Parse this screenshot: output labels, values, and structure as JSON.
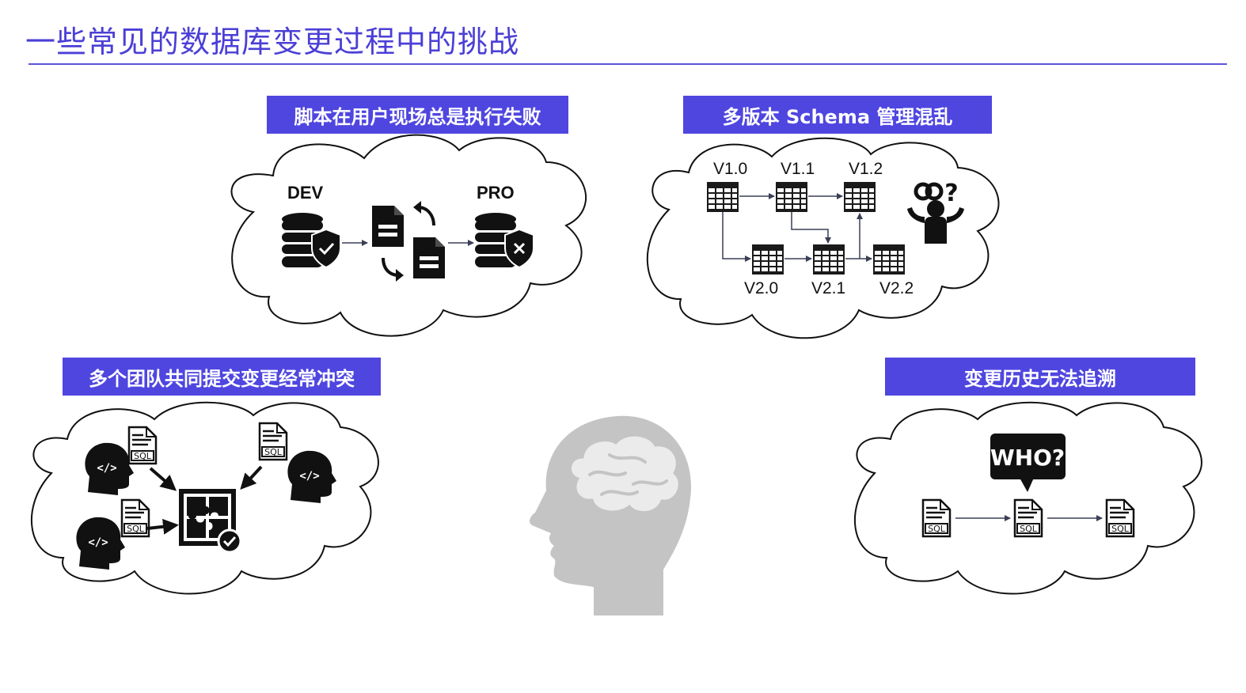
{
  "title": "一些常见的数据库变更过程中的挑战",
  "panels": [
    {
      "heading": "脚本在用户现场总是执行失败",
      "labels": {
        "dev": "DEV",
        "prod": "PRO"
      }
    },
    {
      "heading": "多版本 Schema 管理混乱",
      "versions_top": [
        "V1.0",
        "V1.1",
        "V1.2"
      ],
      "versions_bottom": [
        "V2.0",
        "V2.1",
        "V2.2"
      ]
    },
    {
      "heading": "多个团队共同提交变更经常冲突",
      "file_label": "SQL"
    },
    {
      "heading": "变更历史无法追溯",
      "who_label": "WHO?",
      "file_label": "SQL"
    }
  ],
  "colors": {
    "accent": "#4f46e0",
    "title": "#4b3fd6",
    "head_gray": "#c4c4c4",
    "brain_gray": "#ebebeb"
  }
}
